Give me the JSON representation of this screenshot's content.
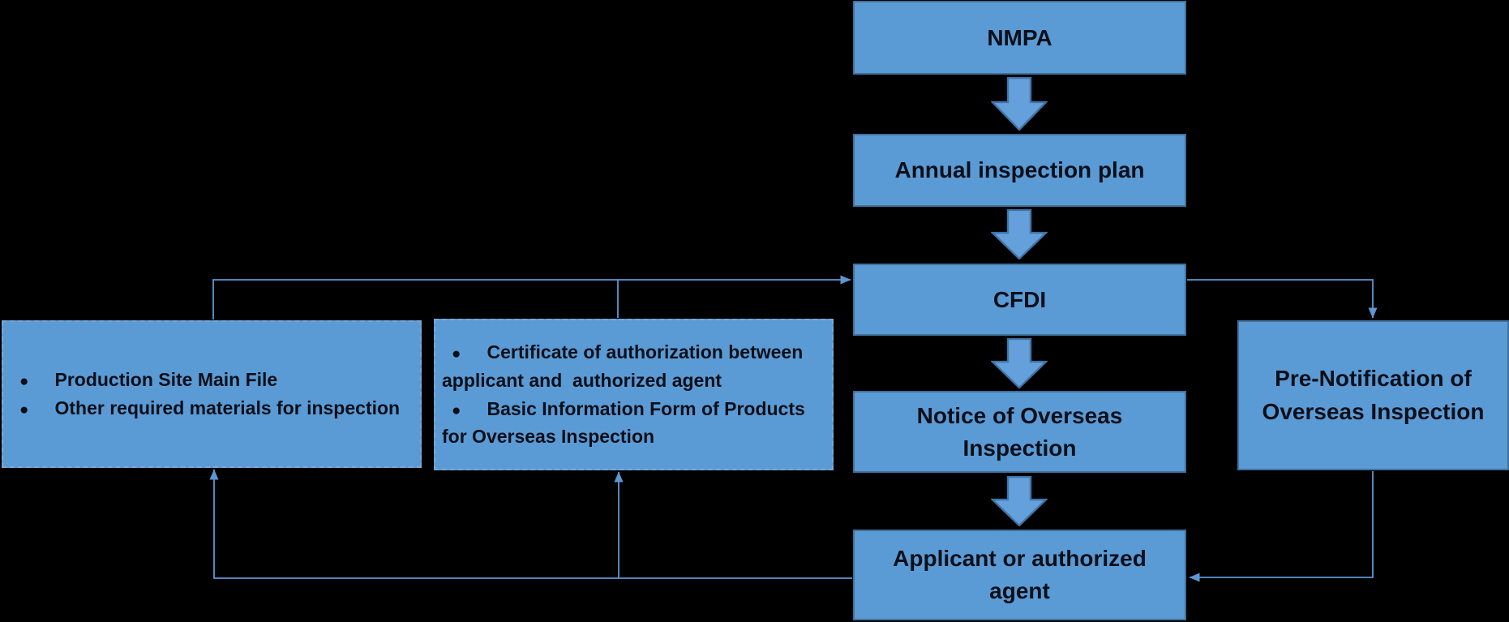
{
  "diagram": {
    "title": "Overseas inspection process flowchart",
    "colors": {
      "background": "#000000",
      "box_fill": "#5B9BD5",
      "box_border": "#41719C",
      "dashed_border": "#7FA6D4",
      "arrow_fill": "#64A0DB",
      "arrow_border": "#4173A5",
      "connector": "#5E96D3",
      "text": "#0B0F19"
    },
    "flow": {
      "nmpa": "NMPA",
      "annual_plan": "Annual inspection plan",
      "cfdi": "CFDI",
      "notice": "Notice of Overseas Inspection",
      "applicant": "Applicant or authorized agent"
    },
    "left_box_1": {
      "items": [
        "Production Site Main File",
        "Other required materials for inspection"
      ]
    },
    "left_box_2": {
      "items": [
        "Certificate of authorization between applicant and  authorized agent",
        "Basic Information Form of Products for Overseas Inspection"
      ]
    },
    "right_box": {
      "label": "Pre-Notification of Overseas Inspection"
    },
    "bullet_glyph": "●"
  }
}
